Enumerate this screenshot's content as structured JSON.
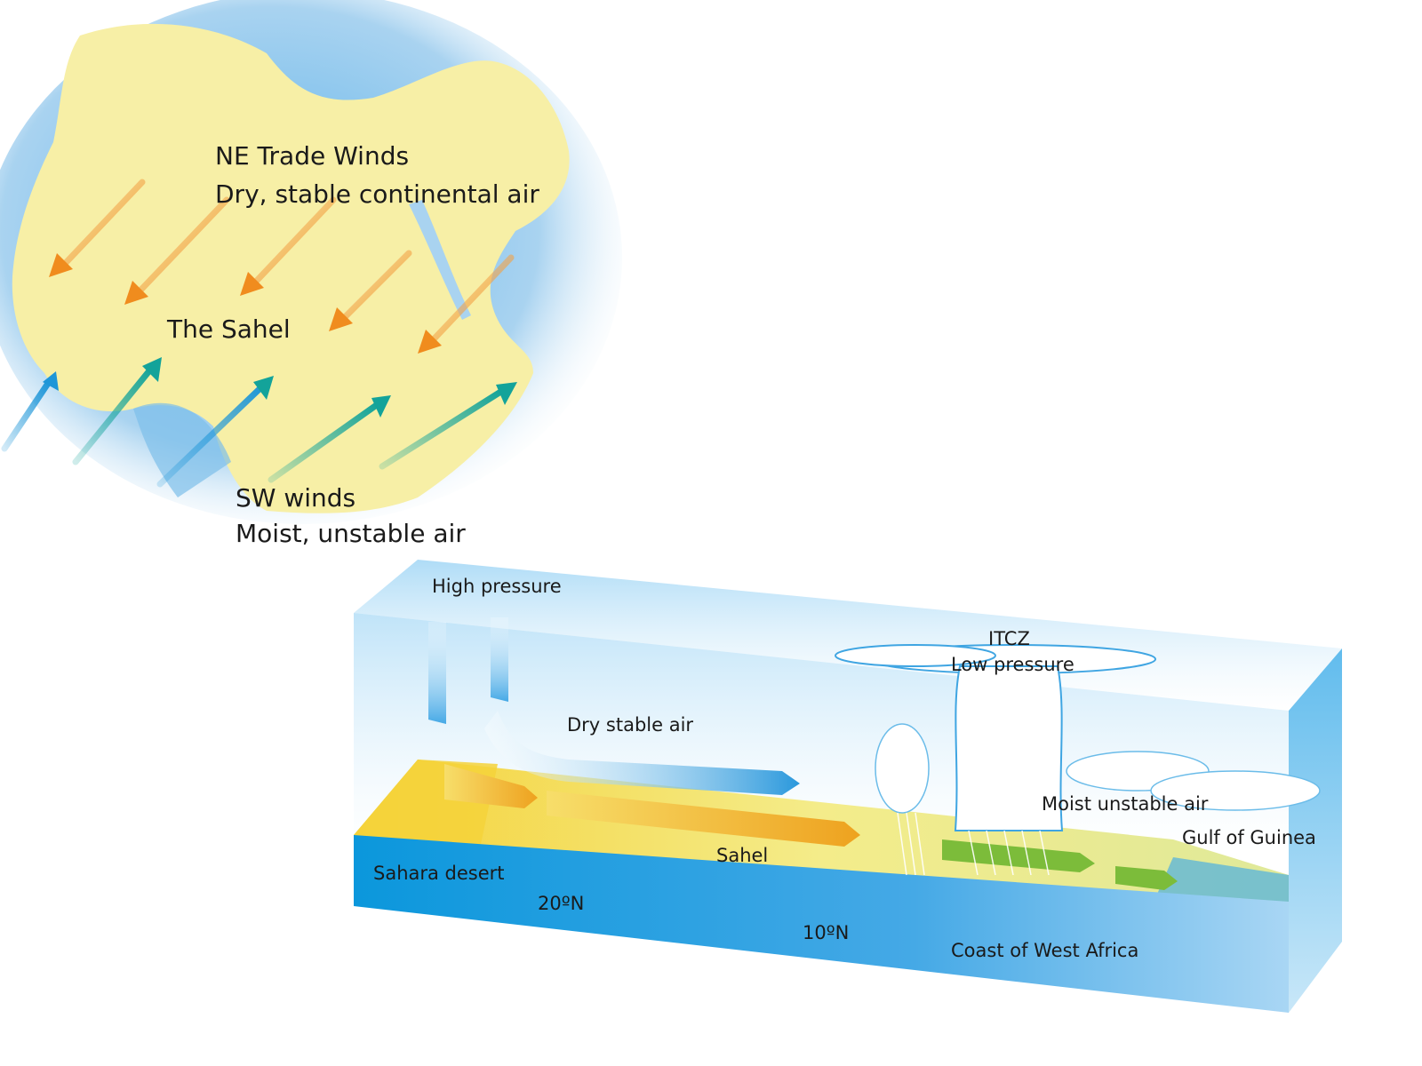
{
  "map": {
    "ne_title": "NE Trade Winds",
    "ne_desc": "Dry, stable continental air",
    "region": "The Sahel",
    "sw_title": "SW winds",
    "sw_desc": "Moist, unstable air"
  },
  "block": {
    "high_pressure": "High pressure",
    "dry_air": "Dry stable air",
    "itcz": "ITCZ",
    "low_pressure": "Low pressure",
    "moist_air": "Moist unstable air",
    "gulf": "Gulf of Guinea",
    "sahara": "Sahara desert",
    "sahel": "Sahel",
    "lat20": "20ºN",
    "lat10": "10ºN",
    "coast": "Coast of West Africa"
  },
  "colors": {
    "land": "#f7efa6",
    "ocean": "#a9d3f0",
    "dry_arrow": "#f08c1e",
    "moist_arrow": "#13a39a",
    "sky_arrow": "#1e96d8",
    "block_front": "#12a0e0",
    "sahara_sand": "#f5d23a",
    "vegetation": "#7cbc3a"
  }
}
